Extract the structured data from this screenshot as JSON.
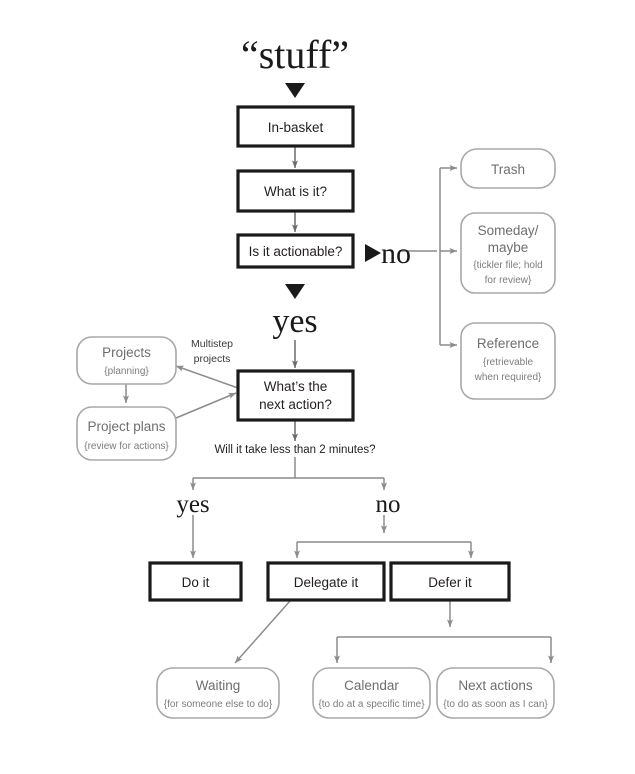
{
  "title": "“stuff”",
  "diagram": {
    "type": "flowchart",
    "name": "gtd-workflow-diagram"
  },
  "chevron_icon": "chevron-down-icon",
  "nodes": {
    "in_basket": {
      "label": "In-basket",
      "style": "hard"
    },
    "what_is_it": {
      "label": "What is it?",
      "style": "hard"
    },
    "is_actionable": {
      "label": "Is it actionable?",
      "style": "hard"
    },
    "trash": {
      "label": "Trash",
      "sub": "",
      "style": "soft"
    },
    "someday": {
      "label_line1": "Someday/",
      "label_line2": "maybe",
      "sub_line1": "{tickler file; hold",
      "sub_line2": "for review}",
      "style": "soft"
    },
    "reference": {
      "label": "Reference",
      "sub_line1": "{retrievable",
      "sub_line2": "when required}",
      "style": "soft"
    },
    "projects": {
      "label": "Projects",
      "sub": "{planning}",
      "style": "soft"
    },
    "project_plans": {
      "label": "Project plans",
      "sub": "{review for actions}",
      "style": "soft"
    },
    "next_action": {
      "label_line1": "What’s the",
      "label_line2": "next action?",
      "style": "hard"
    },
    "do_it": {
      "label": "Do it",
      "style": "hard"
    },
    "delegate_it": {
      "label": "Delegate it",
      "style": "hard"
    },
    "defer_it": {
      "label": "Defer it",
      "style": "hard"
    },
    "waiting": {
      "label": "Waiting",
      "sub": "{for someone else to do}",
      "style": "soft"
    },
    "calendar": {
      "label": "Calendar",
      "sub": "{to do at a specific time}",
      "style": "soft"
    },
    "next_actions": {
      "label": "Next actions",
      "sub": "{to do as soon as I can}",
      "style": "soft"
    }
  },
  "labels": {
    "no_branch": "no",
    "yes_branch": "yes",
    "multistep_line1": "Multistep",
    "multistep_line2": "projects",
    "two_minutes_question": "Will it take less than 2 minutes?",
    "yes_small": "yes",
    "no_small": "no"
  },
  "colors": {
    "hard_border": "#1a1a1a",
    "soft_border": "#a8a8a8",
    "soft_text": "#6e6e6e",
    "connector": "#8c8c8c",
    "background": "#ffffff",
    "text": "#231f20"
  }
}
